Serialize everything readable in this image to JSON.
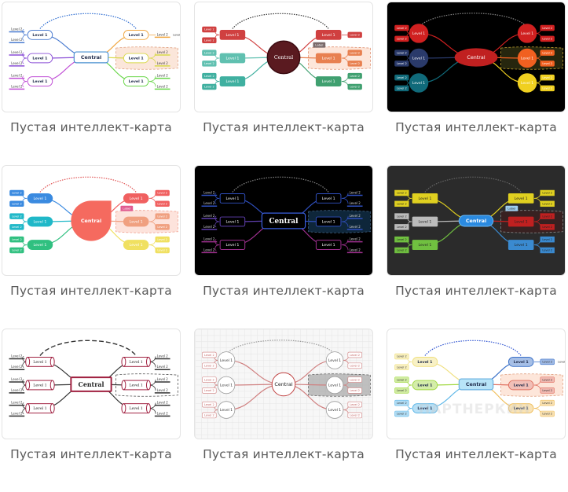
{
  "texts": {
    "central": "Central",
    "level1": "Level 1",
    "level2": "Level 2",
    "label": "Label"
  },
  "watermark": "ПАРТНЕРКИН",
  "templates": [
    {
      "caption": "Пустая интеллект-карта",
      "bg": "#ffffff",
      "lines": [
        "#4a7bd0",
        "#8a4fd6",
        "#c04fd6",
        "#f0a640",
        "#d8d84a",
        "#6ad64a"
      ],
      "central": {
        "shape": "rect",
        "fill": "#ffffff",
        "stroke": "#4a90d0",
        "text": "#1e2a4a"
      },
      "l1": {
        "shape": "pill",
        "fill": "outline",
        "text": "#1e2a4a"
      },
      "l2": {
        "style": "line",
        "text": "#333333"
      },
      "arc": "#2a6ad0",
      "box": {
        "fill": "#fbe3d6",
        "stroke": "#e0a080"
      },
      "tag": null
    },
    {
      "caption": "Пустая интеллект-карта",
      "bg": "#ffffff",
      "lines": [
        "#d04040",
        "#60c0b0",
        "#40b0a0",
        "#d04040",
        "#e88050",
        "#40a070"
      ],
      "central": {
        "shape": "ellipse",
        "fill": "#5a1a20",
        "stroke": "#3a0a10",
        "text": "#ffffff"
      },
      "l1": {
        "shape": "rect",
        "fill": "filled",
        "text": "#ffffff"
      },
      "l2": {
        "style": "box",
        "text": "#ffffff"
      },
      "arc": "#333333",
      "box": {
        "fill": "#fde3d6",
        "stroke": "#e09070"
      },
      "tag": "#7a6a6a"
    },
    {
      "caption": "Пустая интеллект-карта",
      "bg": "#000000",
      "lines": [
        "#d02020",
        "#2a3a6a",
        "#106a7a",
        "#d02020",
        "#f06020",
        "#f0d020"
      ],
      "central": {
        "shape": "ellipse",
        "fill": "#c02020",
        "stroke": "#c02020",
        "text": "#ffffff"
      },
      "l1": {
        "shape": "circle",
        "fill": "filled",
        "text": "#ffffff"
      },
      "l2": {
        "style": "box",
        "text": "#ffffff"
      },
      "arc": "#888888",
      "box": {
        "fill": "#2a2a10",
        "stroke": "#c0a030"
      },
      "tag": null
    },
    {
      "caption": "Пустая интеллект-карта",
      "bg": "#ffffff",
      "lines": [
        "#3a8ae0",
        "#20b8c8",
        "#30c080",
        "#f06060",
        "#f0a080",
        "#f0e060"
      ],
      "central": {
        "shape": "teardrop",
        "fill": "#f56a5f",
        "stroke": "#f56a5f",
        "text": "#ffffff"
      },
      "l1": {
        "shape": "pill",
        "fill": "filled",
        "text": "#ffffff"
      },
      "l2": {
        "style": "box",
        "text": "#ffffff"
      },
      "arc": "#e05050",
      "box": {
        "fill": "#fde0d8",
        "stroke": "#f0a090"
      },
      "tag": "#e05a90"
    },
    {
      "caption": "Пустая интеллект-карта",
      "bg": "#000000",
      "lines": [
        "#3050c0",
        "#6040b0",
        "#a03090",
        "#3050c0",
        "#3050c0",
        "#a03090"
      ],
      "central": {
        "shape": "rect",
        "fill": "#000000",
        "stroke": "#3a60e0",
        "text": "#ffffff"
      },
      "l1": {
        "shape": "rect",
        "fill": "dark",
        "text": "#ffffff"
      },
      "l2": {
        "style": "line",
        "text": "#dddddd"
      },
      "arc": "#888888",
      "box": {
        "fill": "#102a40",
        "stroke": "#406080"
      },
      "tag": null
    },
    {
      "caption": "Пустая интеллект-карта",
      "bg": "#2b2b2b",
      "lines": [
        "#e0d020",
        "#bbbbbb",
        "#70c040",
        "#e0d020",
        "#c02020",
        "#3a8ad0"
      ],
      "central": {
        "shape": "pill",
        "fill": "#2a8ae0",
        "stroke": "#60b0f0",
        "text": "#ffffff"
      },
      "l1": {
        "shape": "rect",
        "fill": "filled",
        "text": "#222222"
      },
      "l2": {
        "style": "box",
        "text": "#222222"
      },
      "arc": "#666666",
      "box": {
        "fill": "#3a2020",
        "stroke": "#888888"
      },
      "tag": "#a0d0f0"
    },
    {
      "caption": "Пустая интеллект-карта",
      "bg": "#ffffff",
      "lines": [
        "#333333",
        "#333333",
        "#333333",
        "#333333",
        "#333333",
        "#333333"
      ],
      "central": {
        "shape": "rect",
        "fill": "#ffffff",
        "stroke": "#a02040",
        "text": "#222222"
      },
      "l1": {
        "shape": "cyl",
        "fill": "outline-dark",
        "text": "#222222"
      },
      "l2": {
        "style": "line",
        "text": "#333333"
      },
      "arc": "#333333",
      "box": {
        "fill": "#ffffff",
        "stroke": "#555555"
      },
      "tag": null
    },
    {
      "caption": "Пустая интеллект-карта",
      "bg": "#f7f7f7",
      "lines": [
        "#d08080",
        "#d08080",
        "#d08080",
        "#d08080",
        "#d08080",
        "#d08080"
      ],
      "central": {
        "shape": "circle",
        "fill": "#ffffff",
        "stroke": "#c04040",
        "text": "#222222"
      },
      "l1": {
        "shape": "circle",
        "fill": "white-gray",
        "text": "#333333"
      },
      "l2": {
        "style": "redbox",
        "text": "#c06060"
      },
      "arc": "#999999",
      "box": {
        "fill": "#999999",
        "stroke": "#666666"
      },
      "tag": null,
      "grid": true
    },
    {
      "caption": "Пустая интеллект-карта",
      "bg": "#ffffff",
      "lines": [
        "#f0e080",
        "#a0d840",
        "#60b8e8",
        "#3a70c8",
        "#e07060",
        "#f0c060"
      ],
      "central": {
        "shape": "rect",
        "fill": "#b8e4f8",
        "stroke": "#6ab0e0",
        "text": "#1e2a4a"
      },
      "l1": {
        "shape": "pill",
        "fill": "pastel",
        "text": "#1e2a4a"
      },
      "l2": {
        "style": "pastelbox",
        "text": "#333333"
      },
      "arc": "#2a50d0",
      "box": {
        "fill": "#fde3d6",
        "stroke": "#e0a080"
      },
      "tag": null,
      "watermark": true
    }
  ]
}
